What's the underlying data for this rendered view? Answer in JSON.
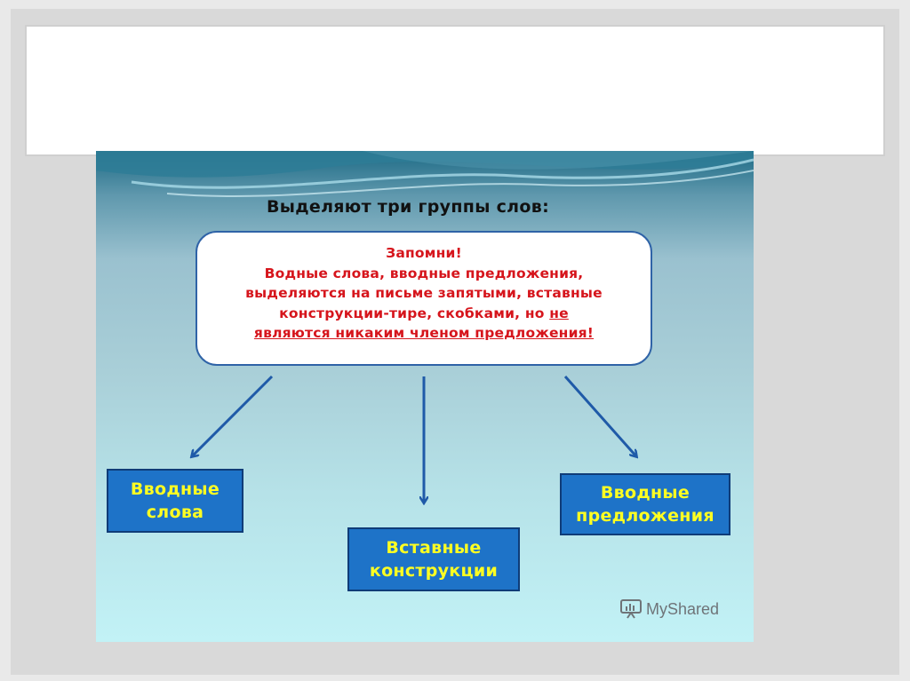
{
  "slide": {
    "heading": "Выделяют три группы  слов:",
    "note": {
      "line1": "Запомни!",
      "line2": "Водные слова, вводные предложения,",
      "line3": "выделяются на письме запятыми, вставные",
      "line4_start": "конструкции-тире, скобками, но ",
      "line4_underlined": "не",
      "line5": "являются никаким членом предложения!"
    },
    "categories": [
      {
        "line1": "Вводные",
        "line2": "слова"
      },
      {
        "line1": "Вставные",
        "line2": "конструкции"
      },
      {
        "line1": "Вводные",
        "line2": "предложения"
      }
    ],
    "watermark": "MyShared"
  },
  "colors": {
    "note_text": "#d6151c",
    "category_fill": "#1e73c8",
    "category_text": "#ffff22",
    "arrow": "#1f5aa8"
  }
}
